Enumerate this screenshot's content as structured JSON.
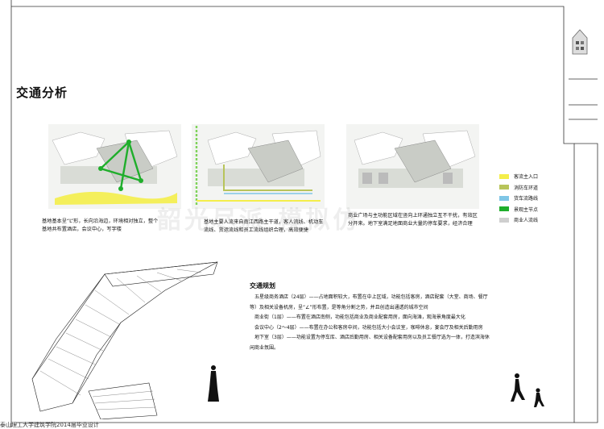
{
  "title": "交通分析",
  "captions": [
    "基地基本呈“L”形，长向沿海边，环境相对独立，整个基地共布置酒店，会议中心，写字楼",
    "基地主要人流来自南江西路主干道，客人流线、机动车流线、货运流线和员工流线组织合理，高效便捷",
    "商业广场与主功能区域在竖向上环通独立互不干扰，有效区分开来。地下室满足地面商业大量的停车要求，经济合理"
  ],
  "legend": [
    {
      "label": "客流主入口",
      "color": "#f4ee4a"
    },
    {
      "label": "消防车环道",
      "color": "#b8c45a"
    },
    {
      "label": "货车流路线",
      "color": "#7fc6e6"
    },
    {
      "label": "景观主节点",
      "color": "#1fae2b"
    },
    {
      "label": "商业人流线",
      "color": "#cfcfcf"
    }
  ],
  "watermark": "韶光尽派 模拟仿",
  "planning": {
    "heading": "交通规划",
    "paragraphs": [
      "五星级商务酒店（24层）——占地面积较大，布置在中上区域，功能包括客房，酒店配套（大堂、商场、餐厅",
      "等）及相关设备机房，呈“∠”形布置，是等角分割之势，并且创造出通透的城市空间",
      "商业街（1层）——布置在酒店南侧，功能包括商业及商业配套用房，面向海滩，观海景角度最大化",
      "会议中心（2～4层）——布置在办公和客房中间，功能包括大小会议室，咖啡休息，宴会厅及相关后勤用房",
      "地下室（3层）——功能设置为停车库、酒店后勤用房、相关设备配套用房以及员工餐厅选为一体，打造滨海休",
      "闲商业氛围。"
    ]
  },
  "footer": "泰山理工大学建筑学院2014届毕业设计"
}
